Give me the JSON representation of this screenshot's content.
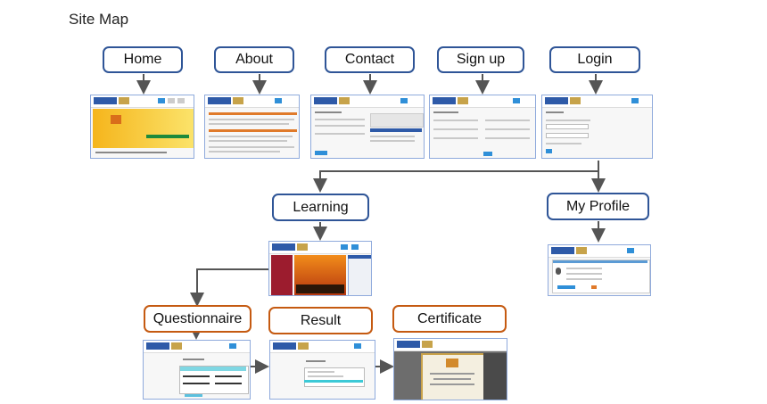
{
  "page": {
    "title": "Site Map"
  },
  "nodes": {
    "home": "Home",
    "about": "About",
    "contact": "Contact",
    "signup": "Sign up",
    "login": "Login",
    "learning": "Learning",
    "myprofile": "My Profile",
    "questionnaire": "Questionnaire",
    "result": "Result",
    "certificate": "Certificate"
  },
  "colors": {
    "primary_border": "#2f5597",
    "secondary_border": "#c55a11",
    "connector": "#555555"
  },
  "thumbnails": {
    "home": "home-screenshot",
    "about": "about-screenshot",
    "contact": "contact-screenshot",
    "signup": "signup-screenshot",
    "login": "login-screenshot",
    "learning": "learning-screenshot",
    "myprofile": "myprofile-screenshot",
    "questionnaire": "questionnaire-screenshot",
    "result": "result-screenshot",
    "certificate": "certificate-screenshot"
  }
}
